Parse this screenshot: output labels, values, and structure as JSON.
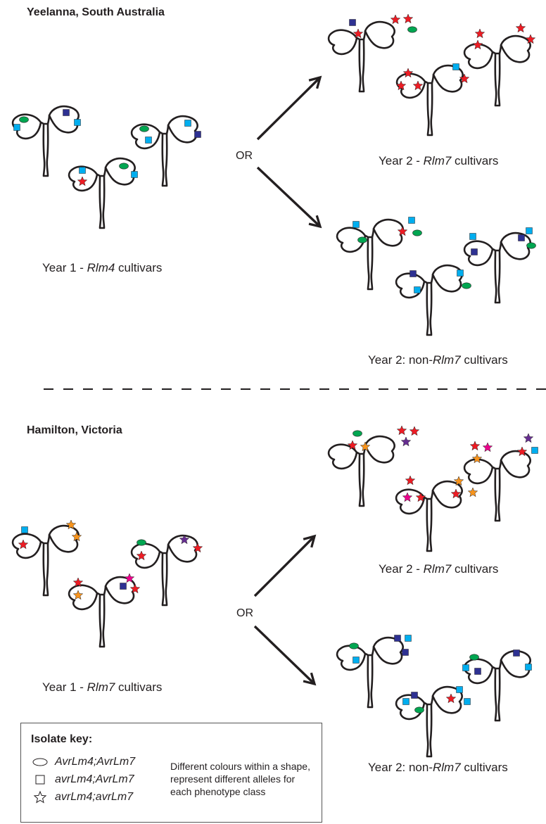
{
  "sites": [
    {
      "title": "Yeelanna, South Australia",
      "year1": {
        "pre": "Year 1 - ",
        "gene": "Rlm4",
        "post": " cultivars"
      },
      "or_label": "OR",
      "outcome_a": {
        "pre": "Year 2 - ",
        "gene": "Rlm7",
        "post": " cultivars"
      },
      "outcome_b": {
        "pre": "Year 2: non-",
        "gene": "Rlm7",
        "post": " cultivars"
      }
    },
    {
      "title": "Hamilton, Victoria",
      "year1": {
        "pre": "Year 1 - ",
        "gene": "Rlm7",
        "post": " cultivars"
      },
      "or_label": "OR",
      "outcome_a": {
        "pre": "Year 2 - ",
        "gene": "Rlm7",
        "post": " cultivars"
      },
      "outcome_b": {
        "pre": "Year 2: non-",
        "gene": "Rlm7",
        "post": " cultivars"
      }
    }
  ],
  "key": {
    "title": "Isolate key:",
    "items": [
      {
        "shape": "ellipse",
        "label": "AvrLm4;AvrLm7"
      },
      {
        "shape": "square",
        "label": "avrLm4;AvrLm7"
      },
      {
        "shape": "star",
        "label": "avrLm4;avrLm7"
      }
    ],
    "note": "Different colours within a shape, represent different alleles for each phenotype class"
  },
  "colors": {
    "green": "#00a651",
    "light_blue": "#00aeef",
    "dark_blue": "#2e3192",
    "red": "#ed1c24",
    "orange": "#f7941d",
    "pink": "#ec008c",
    "purple": "#662d91",
    "outline": "#231f20"
  }
}
